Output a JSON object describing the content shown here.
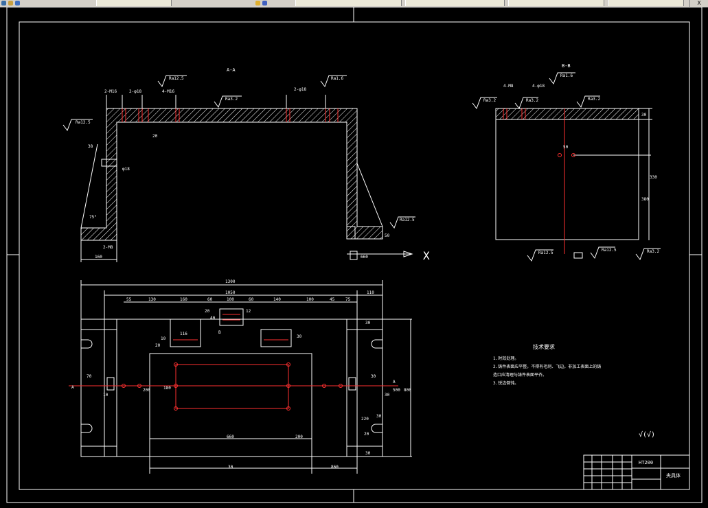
{
  "window": {
    "tabs": [
      "",
      "",
      "",
      "",
      "",
      ""
    ],
    "close_label": "X"
  },
  "drawing": {
    "section_aa_label": "A-A",
    "section_bb_label": "B-B",
    "roughness": {
      "ra125_left": "Ra12.5",
      "ra125_top": "Ra12.5",
      "ra32_top": "Ra3.2",
      "ra16_top": "Ra1.6",
      "ra125_right": "Ra12.5",
      "bb_ra32": "Ra3.2",
      "bb_ra16": "Ra1.6",
      "bb_ra32b": "Ra3.2",
      "bb_ra32c": "Ra3.2",
      "bb_ra125a": "Ra12.5",
      "bb_ra125b": "Ra12.5",
      "bb_ra32d": "Ra3.2"
    },
    "dims_aa": {
      "d1": "2-M16",
      "d2": "2-φ18",
      "d3": "4-M16",
      "d4": "2-φ18",
      "angle": "75°",
      "bot1": "2-M8",
      "bot_len": "160",
      "right_len": "660",
      "sm1": "20",
      "sm2": "38",
      "sm3": "φ18",
      "sm4": "50"
    },
    "dims_bb": {
      "t1": "4-M8",
      "t2": "4-φ18",
      "d30": "30",
      "d50": "50",
      "d330": "330",
      "d380": "380"
    },
    "dims_plan": {
      "total": "1300",
      "inner": "1050",
      "right_off": "110",
      "c1": "55",
      "c2": "130",
      "c3": "160",
      "c4": "60",
      "c5": "100",
      "c6": "60",
      "c7": "140",
      "c8": "100",
      "c9": "45",
      "c10": "75",
      "s1": "20",
      "s2": "40",
      "s3": "12",
      "s4": "116",
      "s5": "10",
      "s6": "20",
      "s7": "30",
      "h1": "30",
      "h2": "30",
      "h3": "180",
      "h4": "200",
      "h5": "800",
      "h6": "500",
      "r1": "70",
      "r2": "30",
      "b1": "660",
      "b2": "200",
      "b3": "220",
      "b4": "30",
      "b5": "20",
      "b6": "30",
      "b7": "860",
      "b8": "10",
      "b9": "30",
      "a_left": "A",
      "a_right": "A",
      "b_label": "B"
    },
    "tech_title": "技术要求",
    "tech_lines": [
      "1.时效处理。",
      "2.铸件表面应平整，不得有毛刺、飞边。非加工表面上的铸",
      "造口应清理与铸件表面平齐。",
      "3.锐边倒钝。"
    ],
    "finish_mark": "√(√)",
    "title_block": {
      "material": "HT200",
      "name": "夹具体"
    },
    "x_mark": "X"
  }
}
